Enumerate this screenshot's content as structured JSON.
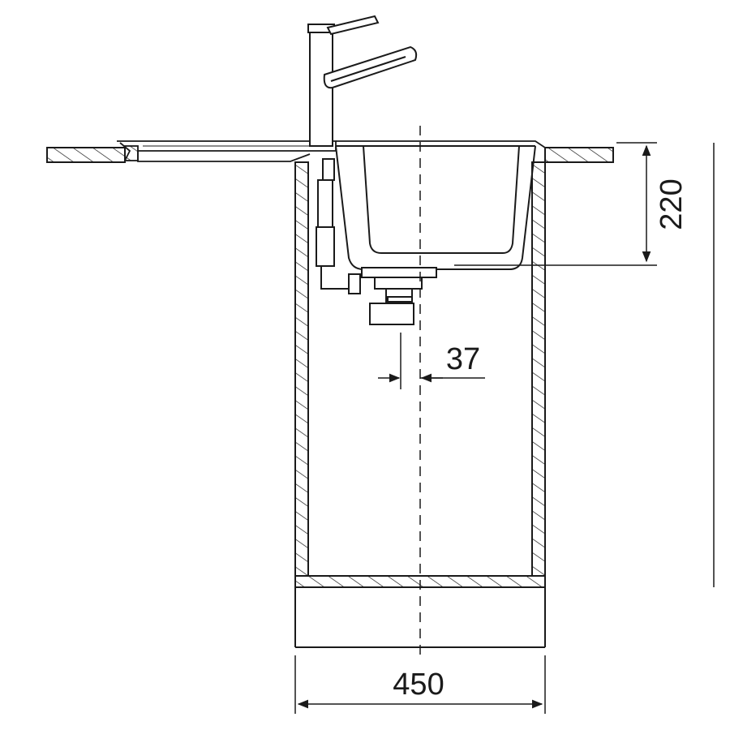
{
  "dimensions": {
    "depth": "220",
    "drain_offset": "37",
    "cabinet_width": "450"
  },
  "colors": {
    "line": "#1a1a1a",
    "background": "#ffffff"
  },
  "parts": [
    "countertop",
    "drainboard",
    "sink-bowl",
    "mixer-tap",
    "drain-trap",
    "overflow-hose",
    "base-cabinet"
  ]
}
